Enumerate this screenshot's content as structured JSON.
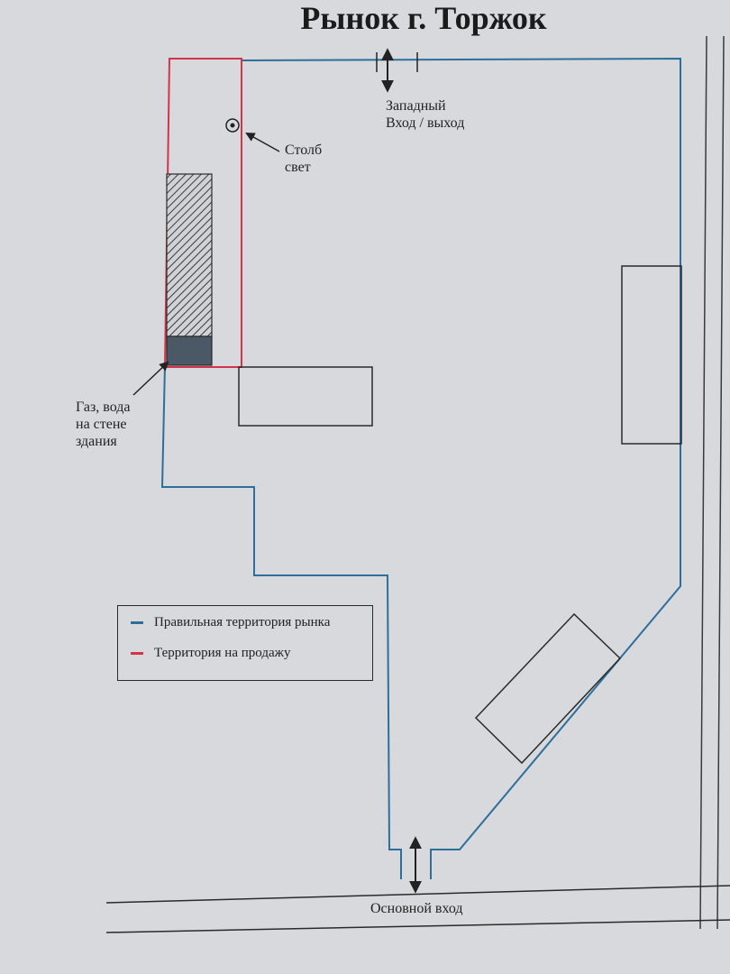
{
  "title": "Рынок г. Торжок",
  "labels": {
    "west_entrance": "Западный\nВход / выход",
    "pole": "Столб\nсвет",
    "utilities": "Газ, вода\nна стене\nздания",
    "main_entrance": "Основной вход"
  },
  "legend": [
    {
      "label": "Правильная территория рынка",
      "color": "#2c6f9c"
    },
    {
      "label": "Территория на продажу",
      "color": "#d2354a"
    }
  ],
  "colors": {
    "market_boundary": "#2c6f9c",
    "sale_territory": "#d2354a",
    "building": "#2a2a2a",
    "utility_block": "#4b5966"
  }
}
